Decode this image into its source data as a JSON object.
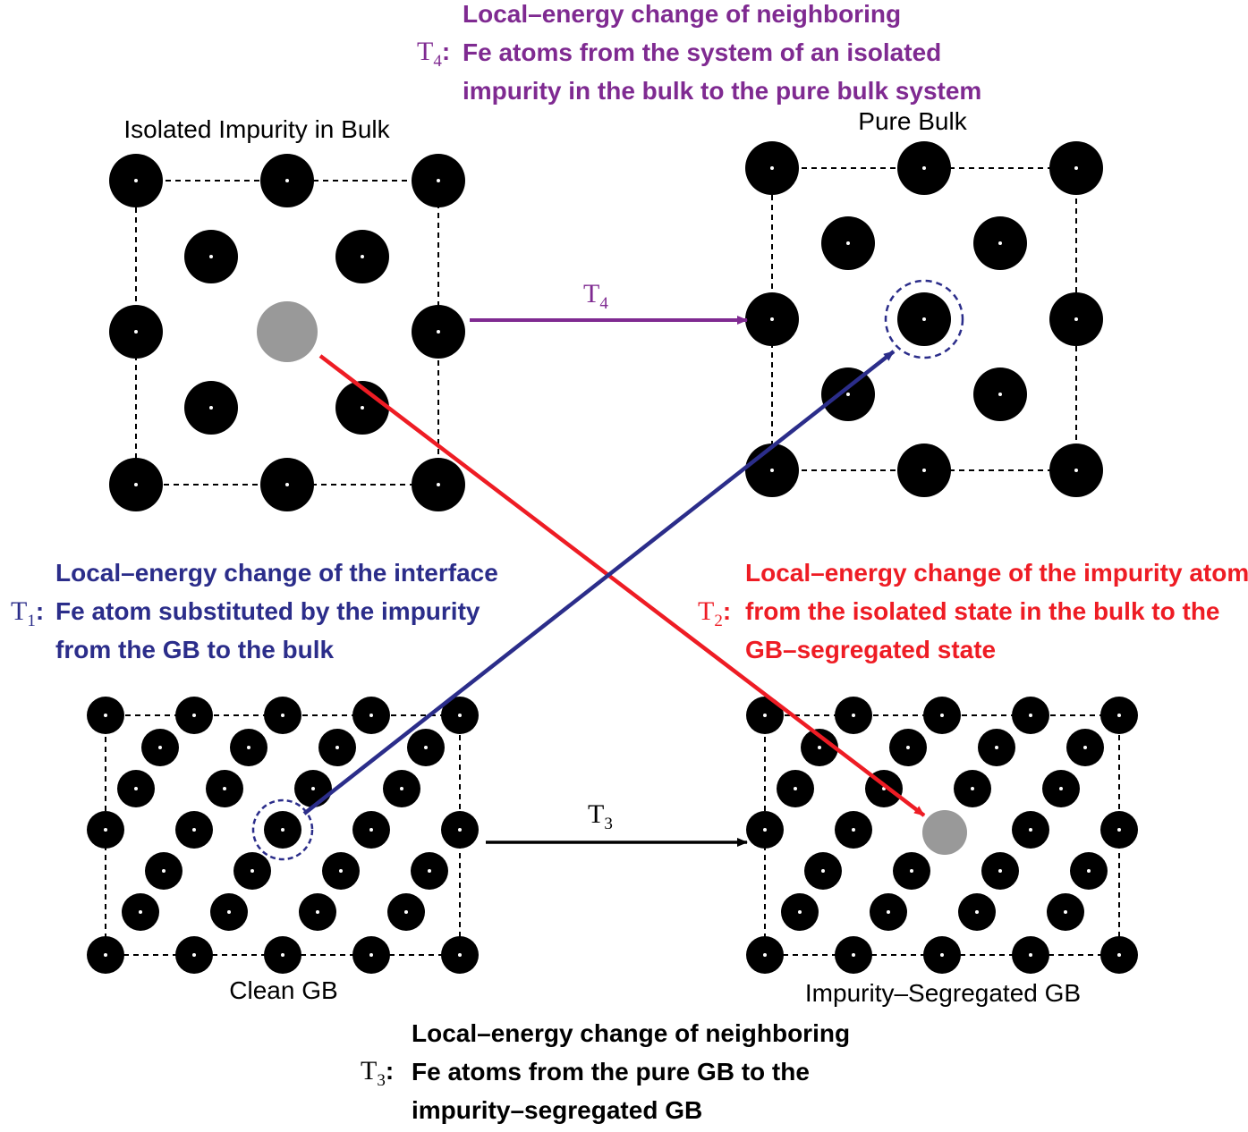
{
  "colors": {
    "atom": "#000000",
    "impurity": "#999999",
    "t1": "#2b2d8a",
    "t2": "#ee1c24",
    "t3": "#000000",
    "t4": "#7f2a91"
  },
  "panels": {
    "isolated_bulk": {
      "title": "Isolated Impurity in Bulk"
    },
    "pure_bulk": {
      "title": "Pure Bulk"
    },
    "clean_gb": {
      "title": "Clean GB"
    },
    "segregated_gb": {
      "title": "Impurity–Segregated GB"
    }
  },
  "transitions": {
    "t1": {
      "symbol": "T",
      "subscript": "1",
      "colon": ":",
      "lines": [
        "Local–energy change of the interface",
        "Fe atom substituted by the impurity",
        "from the GB to the bulk"
      ]
    },
    "t2": {
      "symbol": "T",
      "subscript": "2",
      "colon": ":",
      "lines": [
        "Local–energy change of the impurity atom",
        "from the isolated state in the bulk to the",
        "GB–segregated state"
      ]
    },
    "t3": {
      "symbol": "T",
      "subscript": "3",
      "colon": ":",
      "lines": [
        "Local–energy change of neighboring",
        "Fe atoms from the pure GB to the",
        "impurity–segregated GB"
      ]
    },
    "t4": {
      "symbol": "T",
      "subscript": "4",
      "colon": ":",
      "lines": [
        "Local–energy change of neighboring",
        "Fe atoms from the system of an isolated",
        "impurity in the bulk to the pure bulk system"
      ]
    }
  }
}
